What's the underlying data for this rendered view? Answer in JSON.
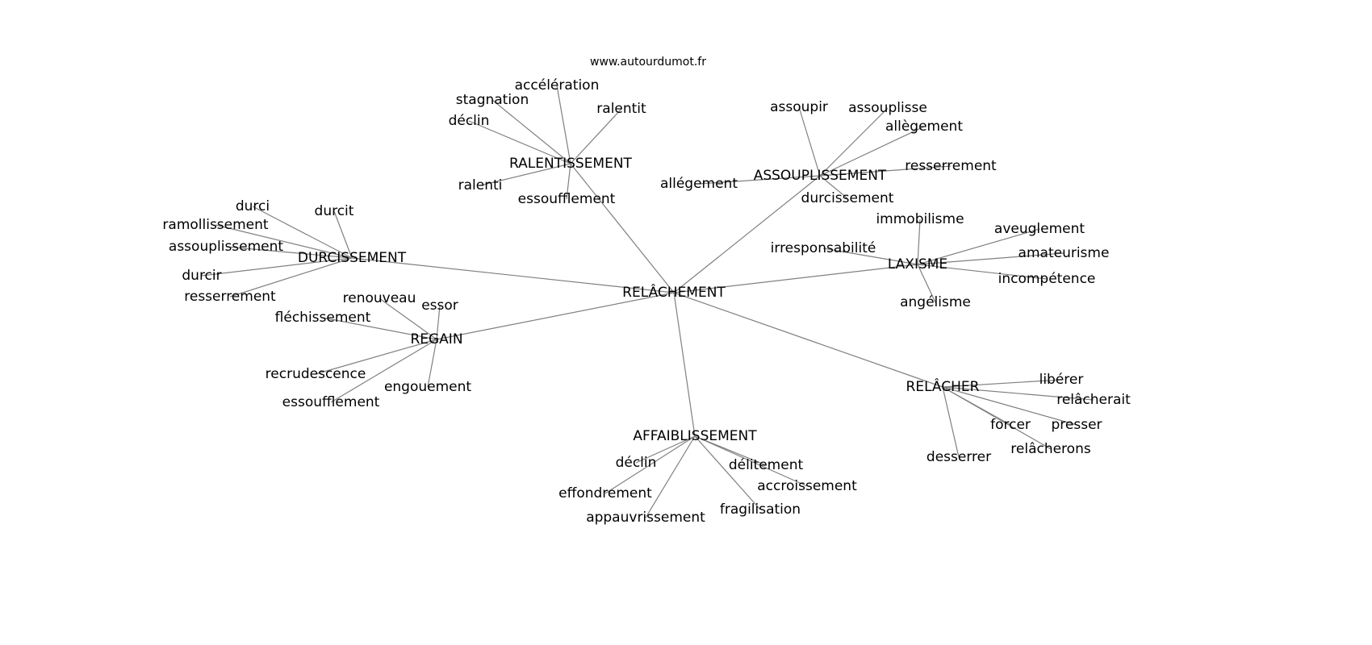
{
  "title": "www.autourdumot.fr",
  "center": "RELÂCHEMENT",
  "groups": [
    {
      "hub": "RALENTISSEMENT",
      "leaves": [
        "stagnation",
        "accélération",
        "ralentit",
        "déclin",
        "ralenti",
        "essoufflement"
      ]
    },
    {
      "hub": "DURCISSEMENT",
      "leaves": [
        "durci",
        "durcit",
        "ramollissement",
        "assouplissement",
        "durcir",
        "resserrement"
      ]
    },
    {
      "hub": "REGAIN",
      "leaves": [
        "fléchissement",
        "renouveau",
        "essor",
        "recrudescence",
        "essoufflement",
        "engouement"
      ]
    },
    {
      "hub": "ASSOUPLISSEMENT",
      "leaves": [
        "assoupir",
        "assouplisse",
        "allègement",
        "allégement",
        "resserrement",
        "durcissement"
      ]
    },
    {
      "hub": "LAXISME",
      "leaves": [
        "immobilisme",
        "aveuglement",
        "amateurisme",
        "incompétence",
        "irresponsabilité",
        "angélisme"
      ]
    },
    {
      "hub": "RELÂCHER",
      "leaves": [
        "libérer",
        "relâcherait",
        "presser",
        "forcer",
        "relâcherons",
        "desserrer"
      ]
    },
    {
      "hub": "AFFAIBLISSEMENT",
      "leaves": [
        "déclin",
        "délitement",
        "accroissement",
        "effondrement",
        "appauvrissement",
        "fragilisation"
      ]
    }
  ]
}
